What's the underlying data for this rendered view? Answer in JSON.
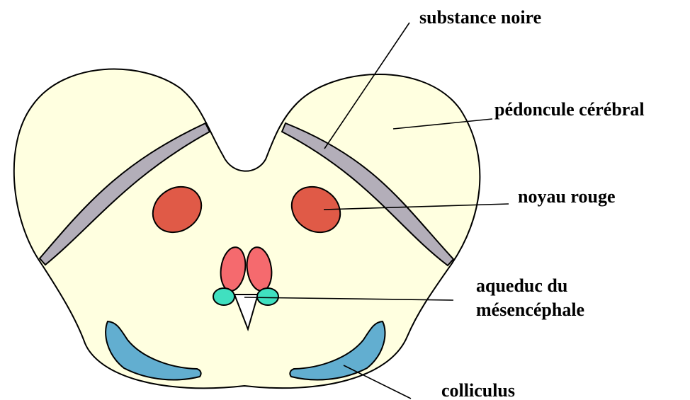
{
  "labels": {
    "substance_noire": "substance noire",
    "pedoncule": "pédoncule cérébral",
    "noyau_rouge": "noyau rouge",
    "aqueduc_line1": "aqueduc du",
    "aqueduc_line2": "mésencéphale",
    "colliculus": "colliculus"
  },
  "colors": {
    "background": "#ffffff",
    "tissue": "#ffffe0",
    "substance_noire": "#b3aeb9",
    "noyau_rouge": "#e05a47",
    "nucleus_pink": "#f56a6e",
    "aqueduct_nuclei": "#40e0c0",
    "colliculus": "#62aed0",
    "outline": "#000000"
  }
}
